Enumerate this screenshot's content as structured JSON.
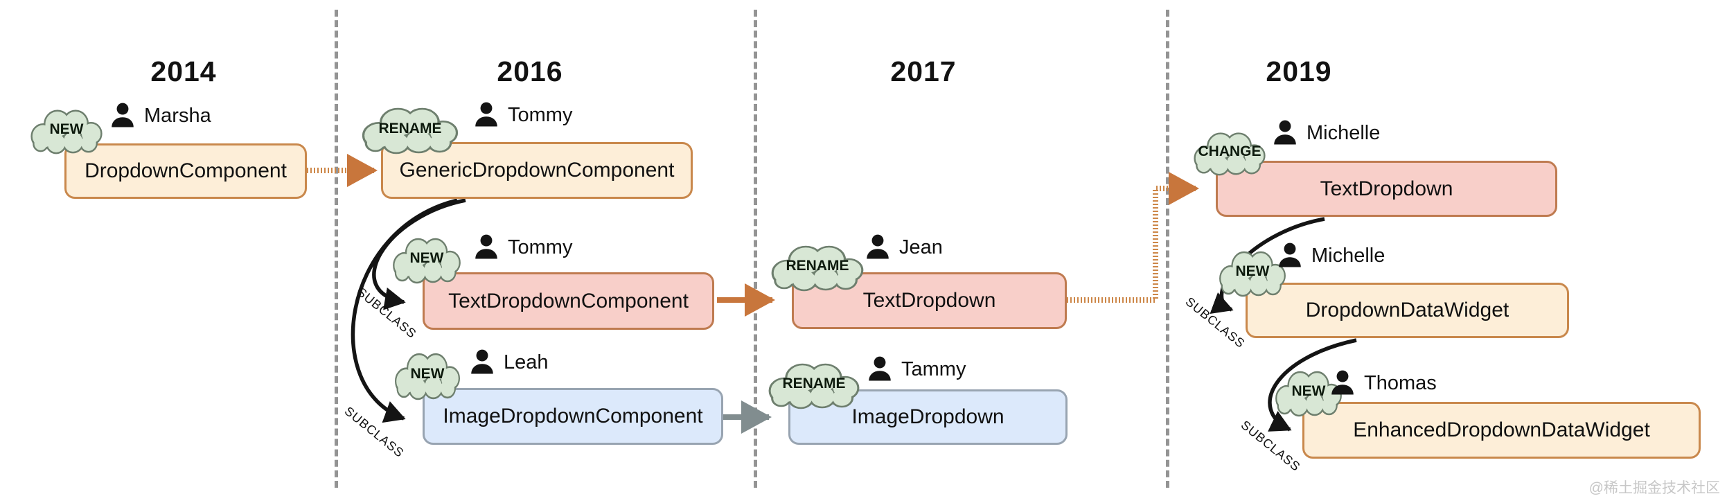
{
  "years": [
    "2014",
    "2016",
    "2017",
    "2019"
  ],
  "labels": {
    "subclass": "SUBCLASS"
  },
  "nodes": [
    {
      "year": "2014",
      "badge": "NEW",
      "author": "Marsha",
      "label": "DropdownComponent",
      "color": "tan"
    },
    {
      "year": "2016",
      "badge": "RENAME",
      "author": "Tommy",
      "label": "GenericDropdownComponent",
      "color": "tan"
    },
    {
      "year": "2016",
      "badge": "NEW",
      "author": "Tommy",
      "label": "TextDropdownComponent",
      "color": "pink"
    },
    {
      "year": "2016",
      "badge": "NEW",
      "author": "Leah",
      "label": "ImageDropdownComponent",
      "color": "blue"
    },
    {
      "year": "2017",
      "badge": "RENAME",
      "author": "Jean",
      "label": "TextDropdown",
      "color": "pink"
    },
    {
      "year": "2017",
      "badge": "RENAME",
      "author": "Tammy",
      "label": "ImageDropdown",
      "color": "blue"
    },
    {
      "year": "2019",
      "badge": "CHANGE",
      "author": "Michelle",
      "label": "TextDropdown",
      "color": "pink"
    },
    {
      "year": "2019",
      "badge": "NEW",
      "author": "Michelle",
      "label": "DropdownDataWidget",
      "color": "tan"
    },
    {
      "year": "2019",
      "badge": "NEW",
      "author": "Thomas",
      "label": "EnhancedDropdownDataWidget",
      "color": "tan"
    }
  ],
  "edges": [
    {
      "from": "DropdownComponent",
      "to": "GenericDropdownComponent",
      "style": "orange-hatched",
      "label": ""
    },
    {
      "from": "GenericDropdownComponent",
      "to": "TextDropdownComponent",
      "style": "black-curve",
      "label": "SUBCLASS"
    },
    {
      "from": "GenericDropdownComponent",
      "to": "ImageDropdownComponent",
      "style": "black-curve",
      "label": "SUBCLASS"
    },
    {
      "from": "TextDropdownComponent",
      "to": "TextDropdown (2017)",
      "style": "orange-solid",
      "label": ""
    },
    {
      "from": "ImageDropdownComponent",
      "to": "ImageDropdown",
      "style": "gray-solid",
      "label": ""
    },
    {
      "from": "TextDropdown (2017)",
      "to": "TextDropdown (2019)",
      "style": "orange-hatched-elbow",
      "label": ""
    },
    {
      "from": "TextDropdown (2019)",
      "to": "DropdownDataWidget",
      "style": "black-curve",
      "label": "SUBCLASS"
    },
    {
      "from": "DropdownDataWidget",
      "to": "EnhancedDropdownDataWidget",
      "style": "black-curve",
      "label": "SUBCLASS"
    }
  ],
  "colors": {
    "tan_fill": "#FDEED8",
    "tan_stroke": "#C9884C",
    "pink_fill": "#F8CFC9",
    "pink_stroke": "#BF7B50",
    "blue_fill": "#DCE9FB",
    "blue_stroke": "#98A4B1",
    "cloud_fill": "#D8E7D5",
    "cloud_stroke": "#6E7F6E",
    "arrow_orange": "#C8763C",
    "arrow_gray": "#818D8F",
    "arrow_black": "#141414",
    "separator_gray": "#949494",
    "watermark_gray": "#C7C7C7"
  },
  "icons": {
    "person": "person-icon",
    "badge": "cloud-badge"
  },
  "watermark": "@稀土掘金技术社区"
}
